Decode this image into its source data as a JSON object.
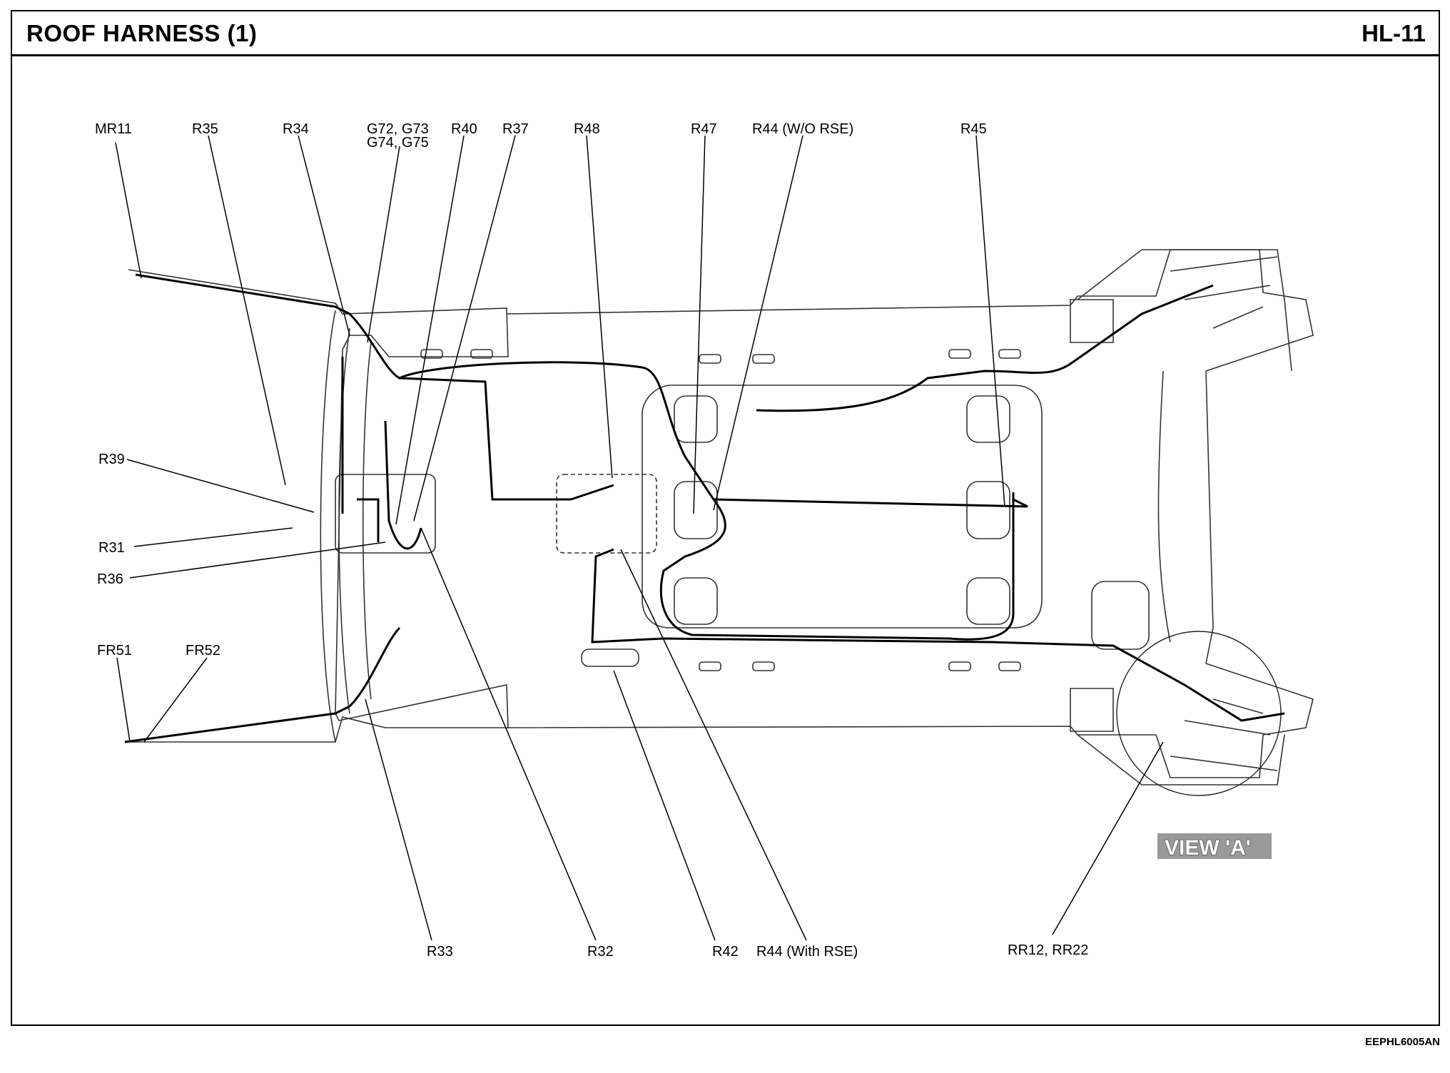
{
  "header": {
    "title": "ROOF HARNESS (1)",
    "page_code": "HL-11"
  },
  "footer": {
    "doc_id": "EEPHL6005AN"
  },
  "labels": {
    "mr11": "MR11",
    "r35": "R35",
    "r34": "R34",
    "g72_g73": "G72, G73",
    "g74_g75": "G74, G75",
    "r40": "R40",
    "r37": "R37",
    "r48": "R48",
    "r47": "R47",
    "r44_wo_rse": "R44 (W/O RSE)",
    "r45": "R45",
    "r39": "R39",
    "r31": "R31",
    "r36": "R36",
    "fr51": "FR51",
    "fr52": "FR52",
    "r33": "R33",
    "r32": "R32",
    "r42": "R42",
    "r44_with_rse": "R44 (With RSE)",
    "rr12_rr22": "RR12, RR22",
    "view_a": "VIEW 'A'"
  }
}
